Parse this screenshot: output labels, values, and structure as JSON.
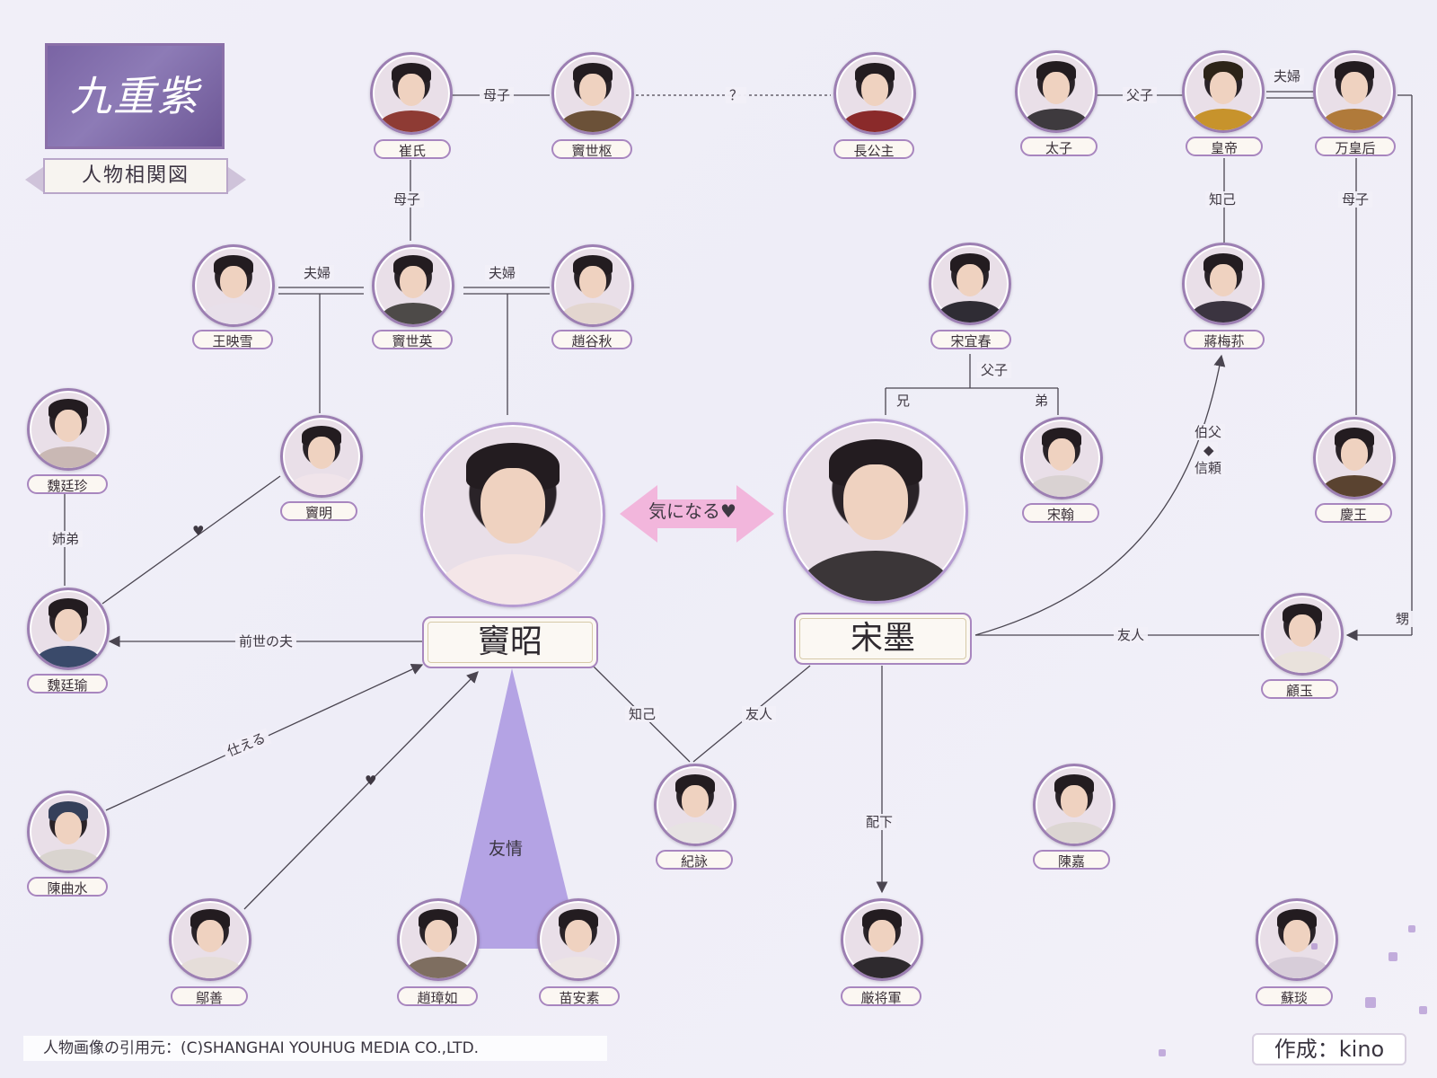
{
  "header": {
    "logo_text": "九重紫",
    "subtitle": "人物相関図"
  },
  "footer": {
    "credit": "人物画像の引用元：(C)SHANGHAI YOUHUG MEDIA CO.,LTD.",
    "author": "作成：kino"
  },
  "center": {
    "heroine": "竇昭",
    "hero": "宋墨",
    "link": "気になる♥"
  },
  "people": {
    "cuishi": "崔氏",
    "doushishu": "竇世枢",
    "changgongzhu": "長公主",
    "taizi": "太子",
    "huangdi": "皇帝",
    "wanhuanghou": "万皇后",
    "wangyingxue": "王映雪",
    "doushiying": "竇世英",
    "zhaoguqiu": "趙谷秋",
    "songyichun": "宋宜春",
    "jiangmeisun": "蔣梅荪",
    "weitingzhen": "魏廷珍",
    "douming": "竇明",
    "songhan": "宋翰",
    "qingwang": "慶王",
    "weitingyu": "魏廷瑜",
    "guyu": "顧玉",
    "chenqushui": "陳曲水",
    "jiyong": "紀詠",
    "chenjia": "陳嘉",
    "wushan": "鄔善",
    "zhaozhangru": "趙璋如",
    "miaoansu": "苗安素",
    "yanjiangjun": "厳将軍",
    "suyan": "蘇琰"
  },
  "relations": {
    "muzi": "母子",
    "question": "？",
    "fuzi": "父子",
    "fufu": "夫婦",
    "zhiji": "知己",
    "xiong": "兄",
    "di": "弟",
    "bofu": "伯父",
    "diamond": "◆",
    "xinlai": "信頼",
    "jiedi": "姉弟",
    "heart": "♥",
    "qianshi": "前世の夫",
    "youren": "友人",
    "sheng": "甥",
    "shieru": "仕える",
    "youqing": "友情",
    "peixia": "配下"
  },
  "colors": {
    "frame": "#9c7fb2",
    "line": "#4a4550",
    "pink_arrow": "#f2b6dc",
    "friendship": "#a995e0"
  }
}
